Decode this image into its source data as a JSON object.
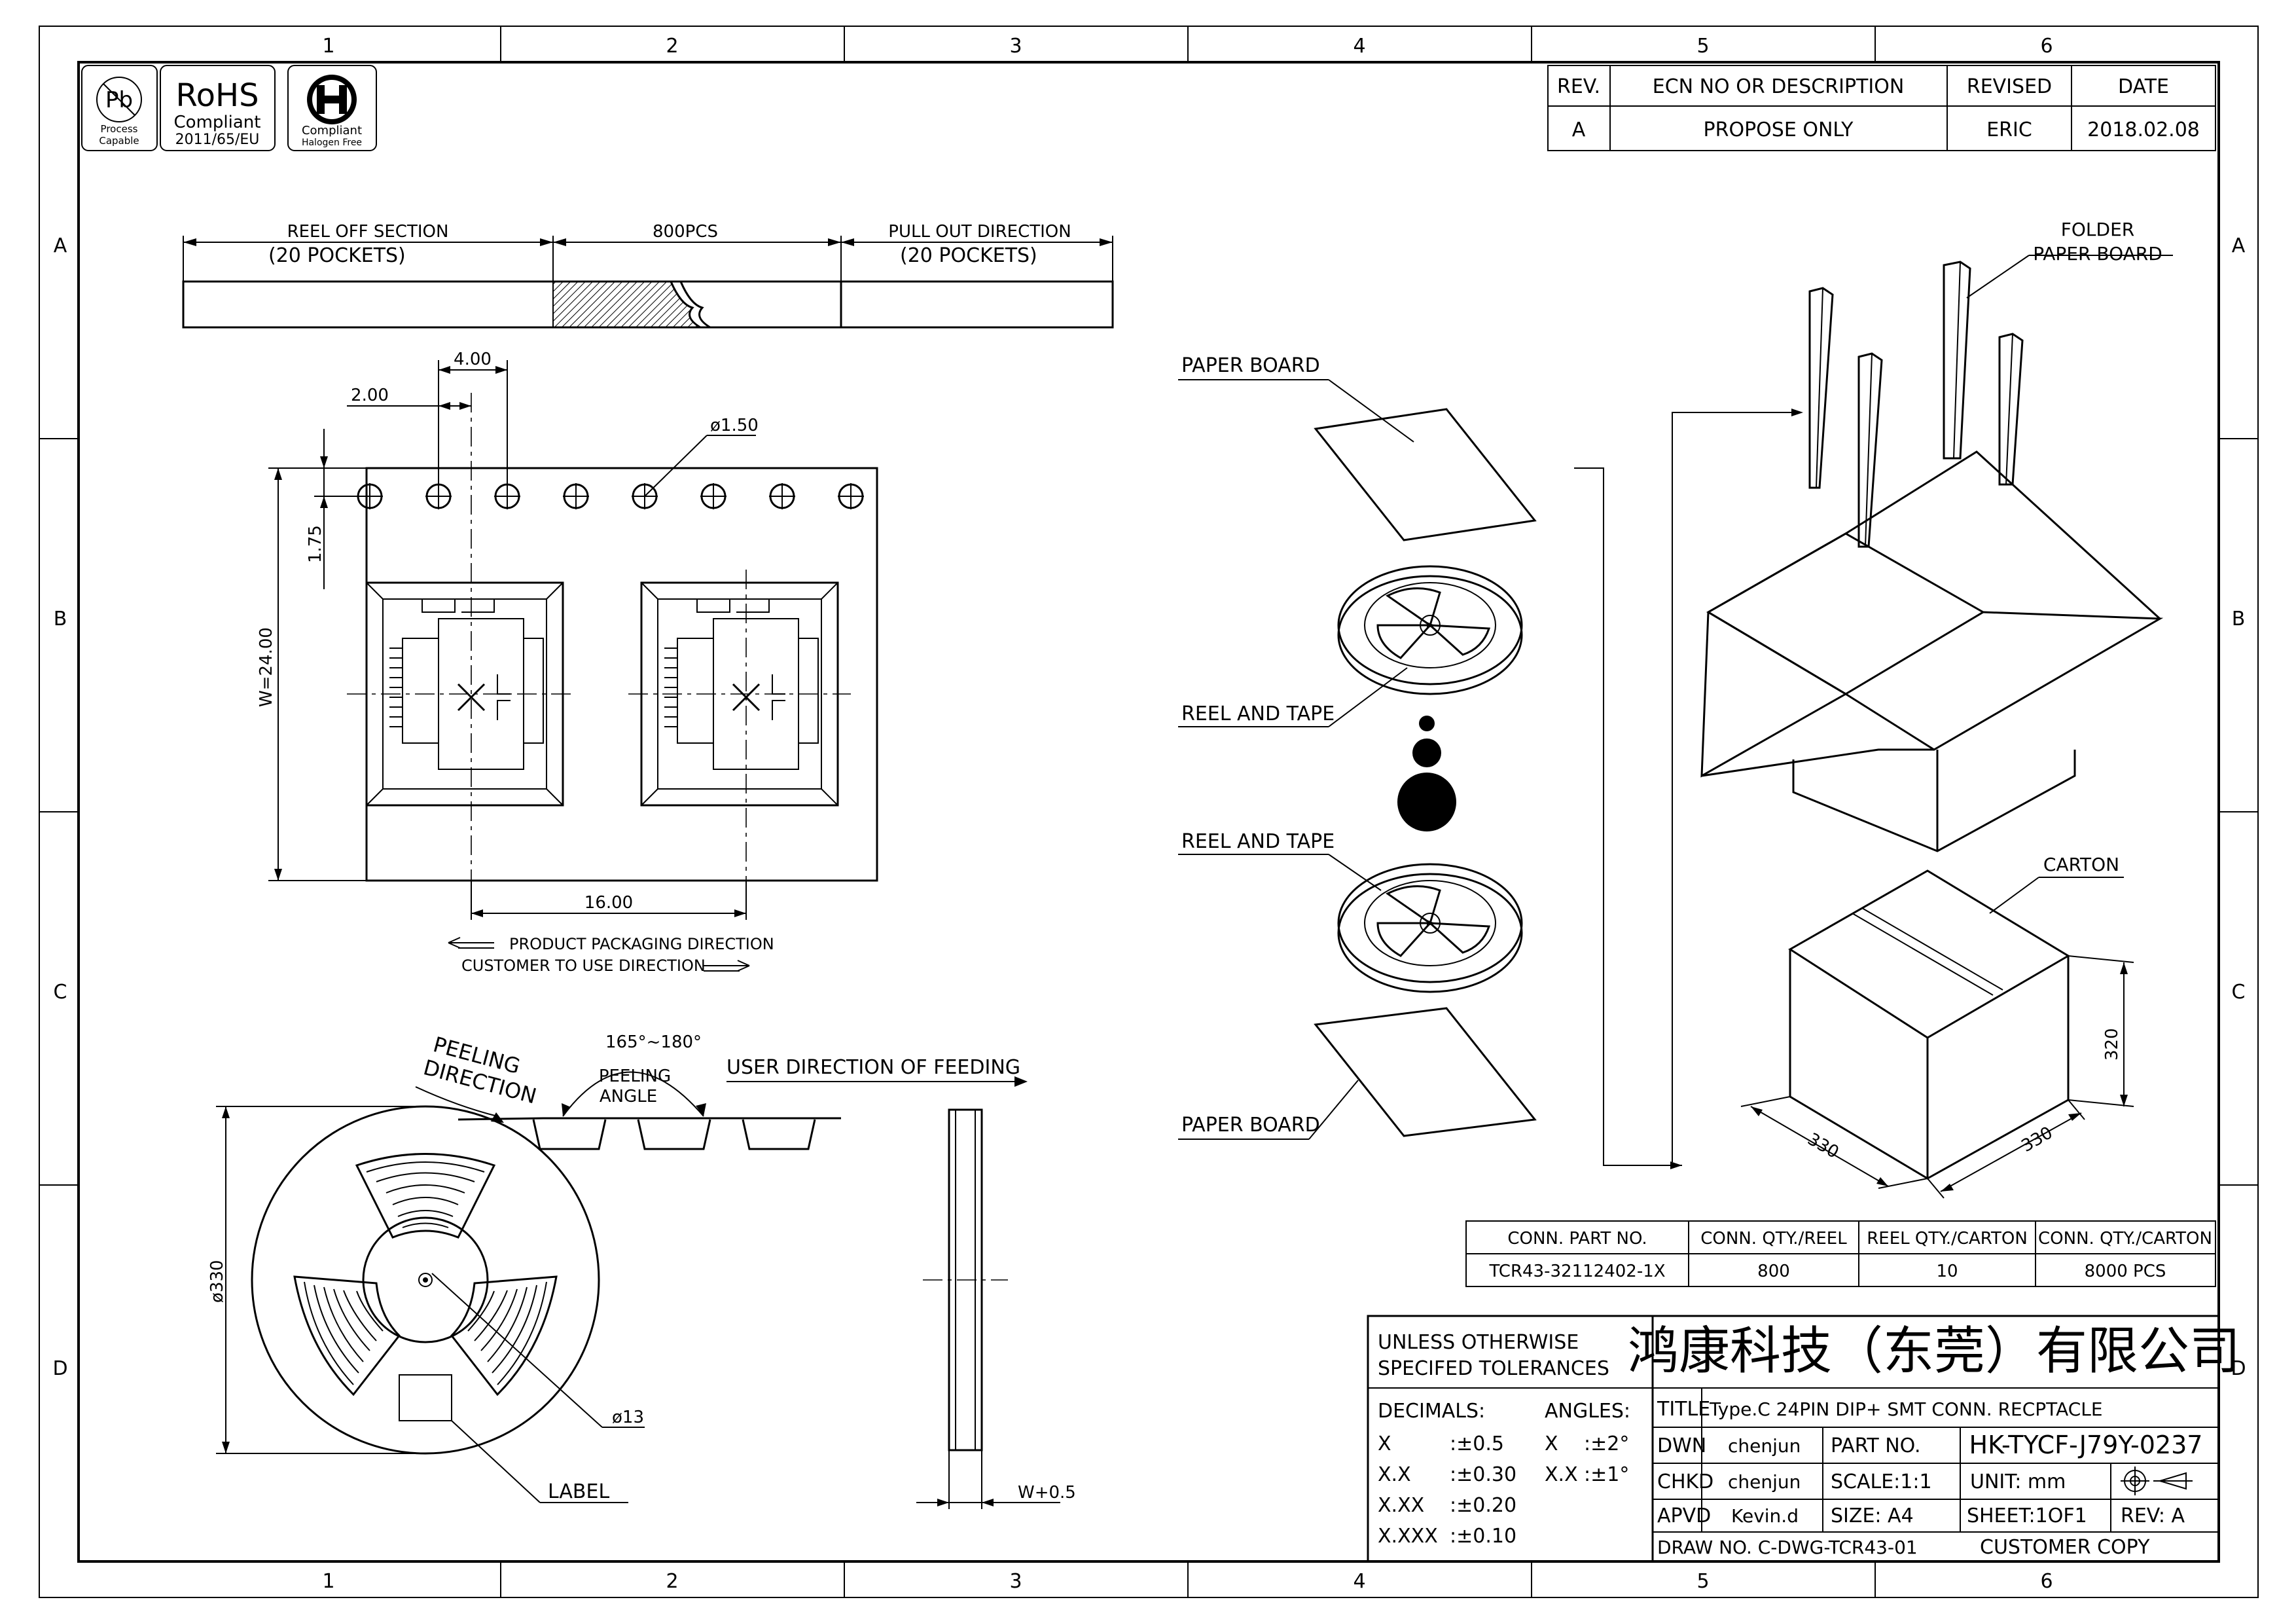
{
  "zones": {
    "columns": [
      "1",
      "2",
      "3",
      "4",
      "5",
      "6"
    ],
    "rows": [
      "A",
      "B",
      "C",
      "D"
    ]
  },
  "logos": {
    "pb_free": {
      "symbol": "Pb",
      "line1": "Process",
      "line2": "Capable"
    },
    "rohs": {
      "title": "RoHS",
      "line1": "Compliant",
      "line2": "2011/65/EU"
    },
    "halogen": {
      "line1": "Compliant",
      "line2": "Halogen Free",
      "seal": "Halogen"
    }
  },
  "revision_table": {
    "headers": [
      "REV.",
      "ECN NO OR DESCRIPTION",
      "REVISED",
      "DATE"
    ],
    "rows": [
      [
        "A",
        "PROPOSE ONLY",
        "ERIC",
        "2018.02.08"
      ]
    ]
  },
  "tape_strip": {
    "section1_title": "REEL OFF SECTION",
    "section1_sub": "(20 POCKETS)",
    "section2_title": "800PCS",
    "section3_title": "PULL OUT DIRECTION",
    "section3_sub": "(20 POCKETS)"
  },
  "tape_detail": {
    "dim_pitch": "4.00",
    "dim_offset": "2.00",
    "dim_hole": "ø1.50",
    "dim_edge": "1.75",
    "dim_width": "W=24.00",
    "dim_pocket_pitch": "16.00",
    "direction1": "PRODUCT PACKAGING DIRECTION",
    "direction2": "CUSTOMER TO USE DIRECTION"
  },
  "peeling": {
    "peeling_dir_1": "PEELING",
    "peeling_dir_2": "DIRECTION",
    "angle_range": "165°~180°",
    "angle_label_1": "PEELING",
    "angle_label_2": "ANGLE",
    "feeding": "USER DIRECTION OF FEEDING"
  },
  "reel_view": {
    "dia_outer": "ø330",
    "dia_hub": "ø13",
    "label": "LABEL",
    "width": "W+0.5"
  },
  "exploded": {
    "paper_board_top": "PAPER BOARD",
    "reel_tape_1": "REEL AND TAPE",
    "reel_tape_2": "REEL AND TAPE",
    "paper_board_bottom": "PAPER BOARD",
    "folder_1": "FOLDER",
    "folder_2": "PAPER BOARD",
    "carton": "CARTON",
    "dim_height": "320",
    "dim_len_1": "330",
    "dim_len_2": "330"
  },
  "qty_table": {
    "headers": [
      "CONN. PART NO.",
      "CONN. QTY./REEL",
      "REEL QTY./CARTON",
      "CONN. QTY./CARTON"
    ],
    "rows": [
      [
        "TCR43-32112402-1X",
        "800",
        "10",
        "8000 PCS"
      ]
    ]
  },
  "title_block": {
    "tolerance_1": "UNLESS OTHERWISE",
    "tolerance_2": "SPECIFED TOLERANCES",
    "company": "鸿康科技（东莞）有限公司",
    "decimals_label": "DECIMALS:",
    "angles_label": "ANGLES:",
    "decimals": [
      {
        "k": "X",
        "v": ":±0.5"
      },
      {
        "k": "X.X",
        "v": ":±0.30"
      },
      {
        "k": "X.XX",
        "v": ":±0.20"
      },
      {
        "k": "X.XXX",
        "v": ":±0.10"
      }
    ],
    "angles": [
      {
        "k": "X",
        "v": ":±2°"
      },
      {
        "k": "X.X",
        "v": ":±1°"
      }
    ],
    "title_label": "TITLE",
    "title_value": "Type.C 24PIN DIP+ SMT  CONN. RECPTACLE",
    "dwn_label": "DWN",
    "dwn_value": "chenjun",
    "part_no_label": "PART NO.",
    "part_no_value": "HK-TYCF-J79Y-0237",
    "chkd_label": "CHKD",
    "chkd_value": "chenjun",
    "scale": "SCALE:1:1",
    "unit": "UNIT:   mm",
    "apvd_label": "APVD",
    "apvd_value": "Kevin.d",
    "size": "SIZE: A4",
    "sheet": "SHEET:1OF1",
    "rev": "REV: A",
    "draw_no": "DRAW NO. C-DWG-TCR43-01",
    "copy": "CUSTOMER COPY"
  }
}
